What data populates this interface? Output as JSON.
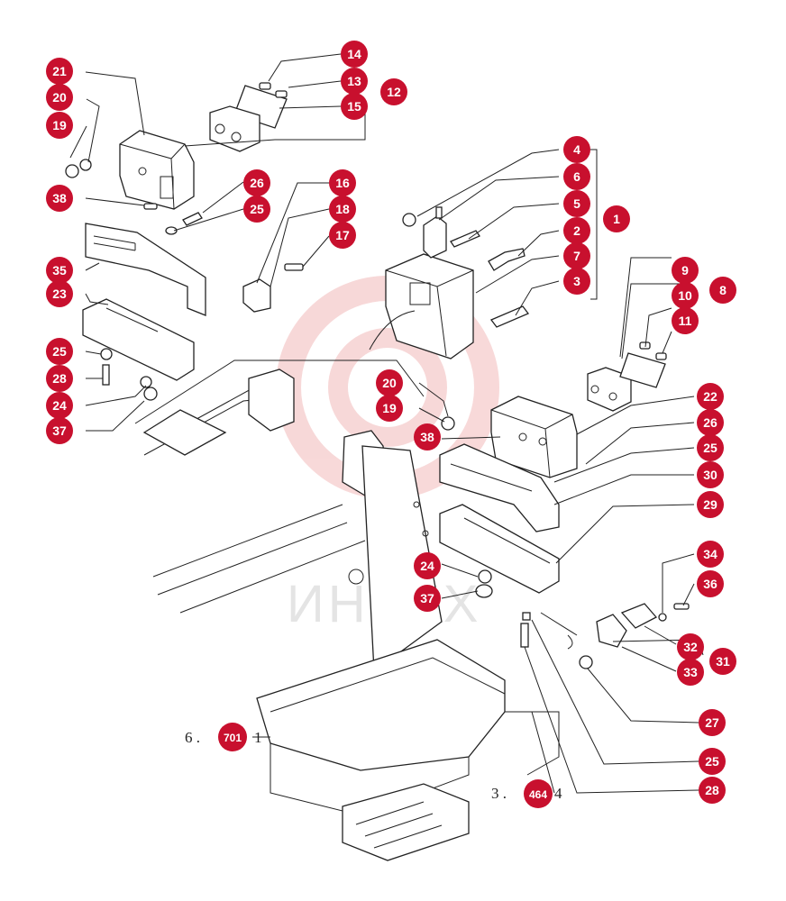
{
  "watermark": {
    "text": "ИНТЕХ",
    "color": "#f2b9b9"
  },
  "callout_color": "#c8102e",
  "callouts": [
    {
      "id": "c14",
      "label": "14"
    },
    {
      "id": "c13",
      "label": "13"
    },
    {
      "id": "c12",
      "label": "12"
    },
    {
      "id": "c15",
      "label": "15"
    },
    {
      "id": "c21",
      "label": "21"
    },
    {
      "id": "c20a",
      "label": "20"
    },
    {
      "id": "c19a",
      "label": "19"
    },
    {
      "id": "c38a",
      "label": "38"
    },
    {
      "id": "c26a",
      "label": "26"
    },
    {
      "id": "c25a",
      "label": "25"
    },
    {
      "id": "c16",
      "label": "16"
    },
    {
      "id": "c18",
      "label": "18"
    },
    {
      "id": "c17",
      "label": "17"
    },
    {
      "id": "c35",
      "label": "35"
    },
    {
      "id": "c23",
      "label": "23"
    },
    {
      "id": "c25b",
      "label": "25"
    },
    {
      "id": "c28a",
      "label": "28"
    },
    {
      "id": "c24a",
      "label": "24"
    },
    {
      "id": "c37a",
      "label": "37"
    },
    {
      "id": "c4",
      "label": "4"
    },
    {
      "id": "c6",
      "label": "6"
    },
    {
      "id": "c5",
      "label": "5"
    },
    {
      "id": "c2",
      "label": "2"
    },
    {
      "id": "c7",
      "label": "7"
    },
    {
      "id": "c3",
      "label": "3"
    },
    {
      "id": "c1",
      "label": "1"
    },
    {
      "id": "c9",
      "label": "9"
    },
    {
      "id": "c8",
      "label": "8"
    },
    {
      "id": "c10",
      "label": "10"
    },
    {
      "id": "c11",
      "label": "11"
    },
    {
      "id": "c22",
      "label": "22"
    },
    {
      "id": "c26b",
      "label": "26"
    },
    {
      "id": "c25c",
      "label": "25"
    },
    {
      "id": "c30",
      "label": "30"
    },
    {
      "id": "c29",
      "label": "29"
    },
    {
      "id": "c20b",
      "label": "20"
    },
    {
      "id": "c19b",
      "label": "19"
    },
    {
      "id": "c38b",
      "label": "38"
    },
    {
      "id": "c24b",
      "label": "24"
    },
    {
      "id": "c37b",
      "label": "37"
    },
    {
      "id": "c34",
      "label": "34"
    },
    {
      "id": "c36",
      "label": "36"
    },
    {
      "id": "c32",
      "label": "32"
    },
    {
      "id": "c31",
      "label": "31"
    },
    {
      "id": "c33",
      "label": "33"
    },
    {
      "id": "c27",
      "label": "27"
    },
    {
      "id": "c25d",
      "label": "25"
    },
    {
      "id": "c28b",
      "label": "28"
    },
    {
      "id": "c701",
      "label": "701"
    },
    {
      "id": "c464",
      "label": "464"
    }
  ],
  "references": [
    {
      "id": "ref-left",
      "prefix": "6 .",
      "suffix": "1"
    },
    {
      "id": "ref-right",
      "prefix": "3 .",
      "suffix": "4"
    }
  ]
}
